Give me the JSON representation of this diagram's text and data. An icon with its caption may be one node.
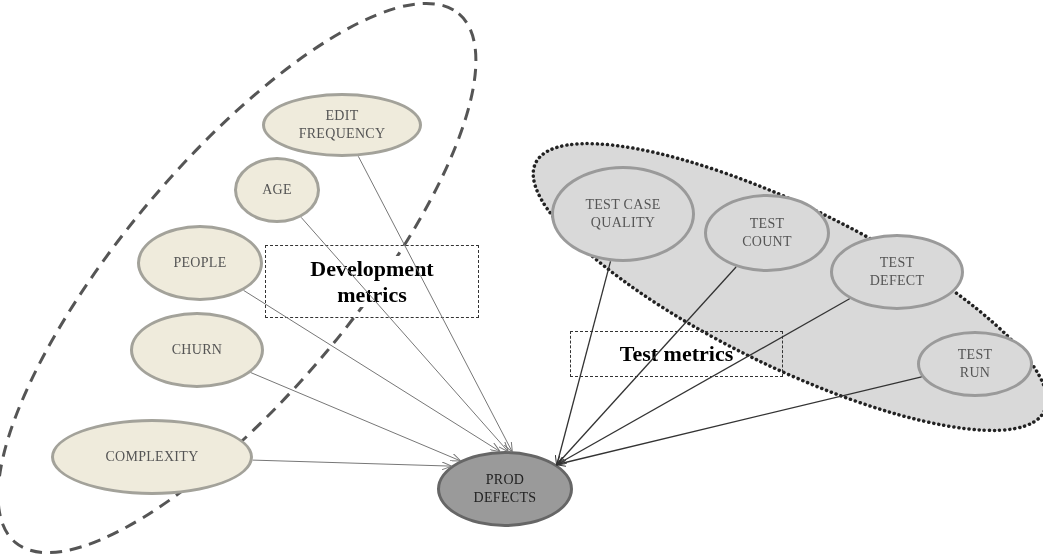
{
  "diagram": {
    "nodes": [
      {
        "text": [
          "EDIT FREQUENCY"
        ]
      },
      {
        "text": [
          "AGE"
        ]
      },
      {
        "text": [
          "PEOPLE"
        ]
      },
      {
        "text": [
          "CHURN"
        ]
      },
      {
        "text": [
          "COMPLEXITY"
        ]
      },
      {
        "text": [
          "PROD DEFECTS"
        ]
      },
      {
        "text": [
          "TEST CASE QUALITY"
        ]
      },
      {
        "text": [
          "TEST COUNT"
        ]
      },
      {
        "text": [
          "TEST DEFECT"
        ]
      },
      {
        "text": [
          "TEST RUN"
        ]
      }
    ],
    "labels": [
      "Development metrics",
      "Test metrics"
    ],
    "edges": [
      {
        "from": 0,
        "to": 5,
        "arrow": "to"
      },
      {
        "from": 1,
        "to": 5,
        "arrow": "to"
      },
      {
        "from": 2,
        "to": 5,
        "arrow": "to"
      },
      {
        "from": 3,
        "to": 5,
        "arrow": "to"
      },
      {
        "from": 4,
        "to": 5,
        "arrow": "to"
      },
      {
        "from": 6,
        "to": 5,
        "arrow": "to",
        "color": "#333333"
      },
      {
        "from": 7,
        "to": 5,
        "arrow": "to",
        "color": "#333333"
      },
      {
        "from": 8,
        "to": 5,
        "arrow": "to",
        "color": "#333333"
      },
      {
        "from": 9,
        "to": 5,
        "arrow": "to",
        "color": "#333333"
      }
    ]
  }
}
